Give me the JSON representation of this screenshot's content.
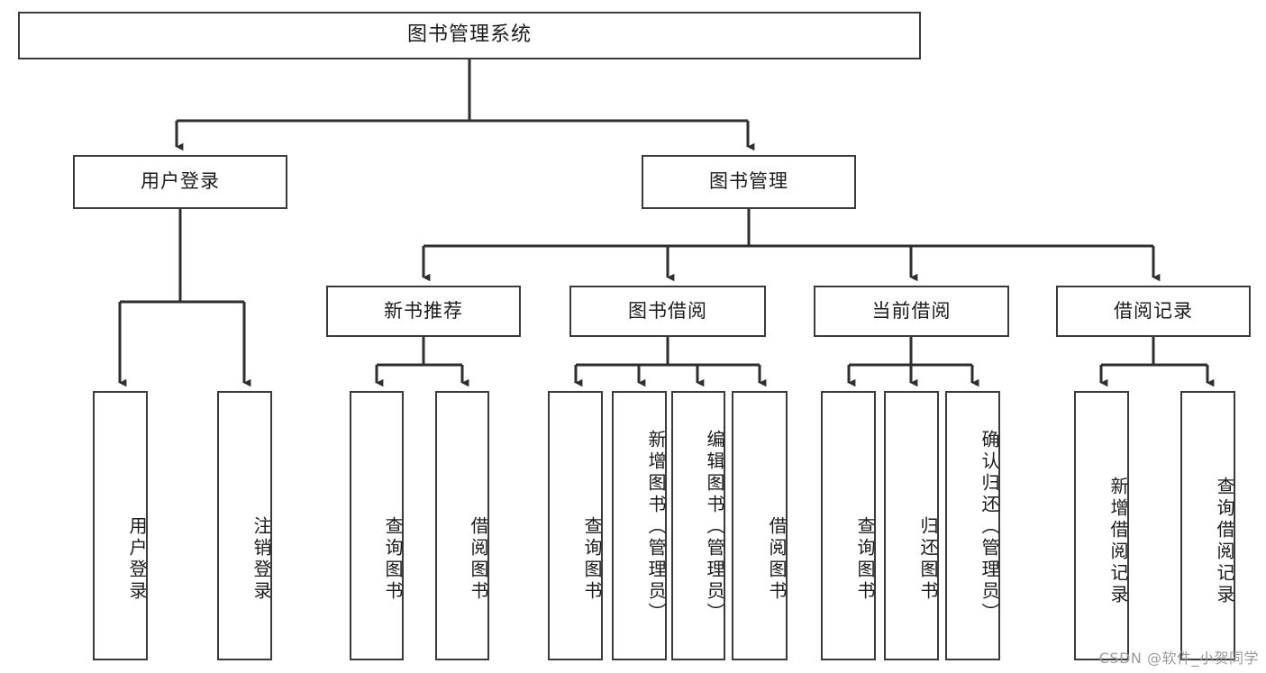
{
  "diagram": {
    "title_node": {
      "label": "图书管理系统"
    },
    "level2": [
      {
        "id": "user-login",
        "label": "用户登录"
      },
      {
        "id": "book-management",
        "label": "图书管理"
      }
    ],
    "level3": [
      {
        "id": "new-book-recommend",
        "label": "新书推荐"
      },
      {
        "id": "book-borrow",
        "label": "图书借阅"
      },
      {
        "id": "current-borrow",
        "label": "当前借阅"
      },
      {
        "id": "borrow-record",
        "label": "借阅记录"
      }
    ],
    "leaves": {
      "user_login": [
        {
          "id": "leaf-user-login",
          "label": "用户登录"
        },
        {
          "id": "leaf-logout-login",
          "label": "注销登录"
        }
      ],
      "new_book_recommend": [
        {
          "id": "leaf-query-book-1",
          "label": "查询图书"
        },
        {
          "id": "leaf-borrow-book-1",
          "label": "借阅图书"
        }
      ],
      "book_borrow": [
        {
          "id": "leaf-query-book-2",
          "label": "查询图书"
        },
        {
          "id": "leaf-add-book",
          "label": "新增图书（管理员）"
        },
        {
          "id": "leaf-edit-book",
          "label": "编辑图书（管理员）"
        },
        {
          "id": "leaf-borrow-book-2",
          "label": "借阅图书"
        }
      ],
      "current_borrow": [
        {
          "id": "leaf-query-book-3",
          "label": "查询图书"
        },
        {
          "id": "leaf-return-book",
          "label": "归还图书"
        },
        {
          "id": "leaf-confirm-return",
          "label": "确认归还（管理员）"
        }
      ],
      "borrow_record": [
        {
          "id": "leaf-add-record",
          "label": "新增借阅记录"
        },
        {
          "id": "leaf-query-record",
          "label": "查询借阅记录"
        }
      ]
    },
    "watermark": "CSDN @软件_小贺同学",
    "colors": {
      "stroke": "#3a3a3a",
      "background": "#ffffff",
      "text": "#1b1b1b",
      "watermark": "#9a9a9a"
    }
  }
}
